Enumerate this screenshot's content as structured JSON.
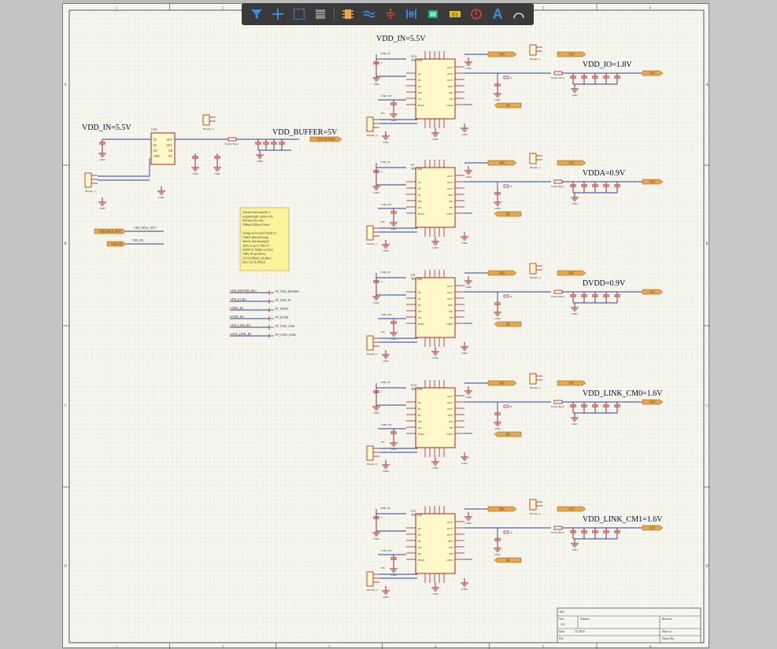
{
  "toolbar": {
    "tools": [
      {
        "name": "filter-icon"
      },
      {
        "name": "add-crosshair-icon"
      },
      {
        "name": "select-rect-icon"
      },
      {
        "name": "align-icon"
      },
      {
        "name": "component-icon"
      },
      {
        "name": "wire-icon"
      },
      {
        "name": "ground-power-icon"
      },
      {
        "name": "bus-icon"
      },
      {
        "name": "net-label-icon"
      },
      {
        "name": "port-icon"
      },
      {
        "name": "probe-icon"
      },
      {
        "name": "text-icon",
        "glyph": "A"
      },
      {
        "name": "arc-icon"
      }
    ]
  },
  "sheet": {
    "columns": [
      "1",
      "2",
      "3",
      "4",
      "5",
      "6"
    ],
    "rows": [
      "A",
      "B",
      "C",
      "D"
    ]
  },
  "rails": {
    "vdd_in_top": "VDD_IN=5.5V",
    "vdd_in_left": "VDD_IN=5.5V",
    "vdd_buffer": "VDD_BUFFER=5V",
    "vdd_io": "VDD_IO=1.8V",
    "vdda": "VDDA=0.9V",
    "dvdd": "DVDD=0.9V",
    "link_cm0": "VDD_LINK_CM0=1.6V",
    "link_cm1": "VDD_LINK_CM1=1.6V"
  },
  "note": {
    "lines": [
      "Current sense amp has 3",
      "programmable modes with",
      "different fullscales:",
      "1000mA/100mA/10mA",
      "",
      "Setting each resistor based on",
      "150mA fullscale being",
      "default, then having the",
      "ability to go to 10mA if",
      "needed for higher accuracy.",
      "VDD_IO special for",
      "1A/1A/100mA, all others",
      "have 1A/1A/100mA."
    ]
  },
  "nets_left": [
    "VDD_BUFFER_REG",
    "VDD_IO_RS",
    "VDDA_RS",
    "DVDD_RS",
    "VDD_LINK_RS",
    "GATE_LINK_RS"
  ],
  "nets_left_targets": [
    "TP_VDD_BUFFER",
    "TP_VDD_IO",
    "TP_VDDA",
    "TP_DVDD",
    "TP_VDD_LINK",
    "TP_GATE_LINK"
  ],
  "misc_labels": {
    "en_fpga": "VDD_FPGA_3P3V",
    "vdd_en": "VDD_EN",
    "buffer_reg_label": "VDD_BUFFER",
    "ferrite": "Ferrite Bead",
    "regulator": "TPS7A84",
    "header": "Header_3",
    "header2": "Header_2"
  },
  "title_block": {
    "title": "Title",
    "size_label": "Size",
    "size": "A3",
    "number_label": "Number",
    "revision_label": "Revision",
    "date_label": "Date:",
    "date": "7/1/2020",
    "file_label": "File:",
    "sheet_label": "Sheet of",
    "drawn_label": "Drawn By:"
  },
  "colors": {
    "wire": "#2a3f9c",
    "component": "#a3242a",
    "body_fill": "#fff8c8",
    "net_tag": "#e6a84c",
    "grid": "#dfe6d3",
    "ground": "#a3242a"
  }
}
